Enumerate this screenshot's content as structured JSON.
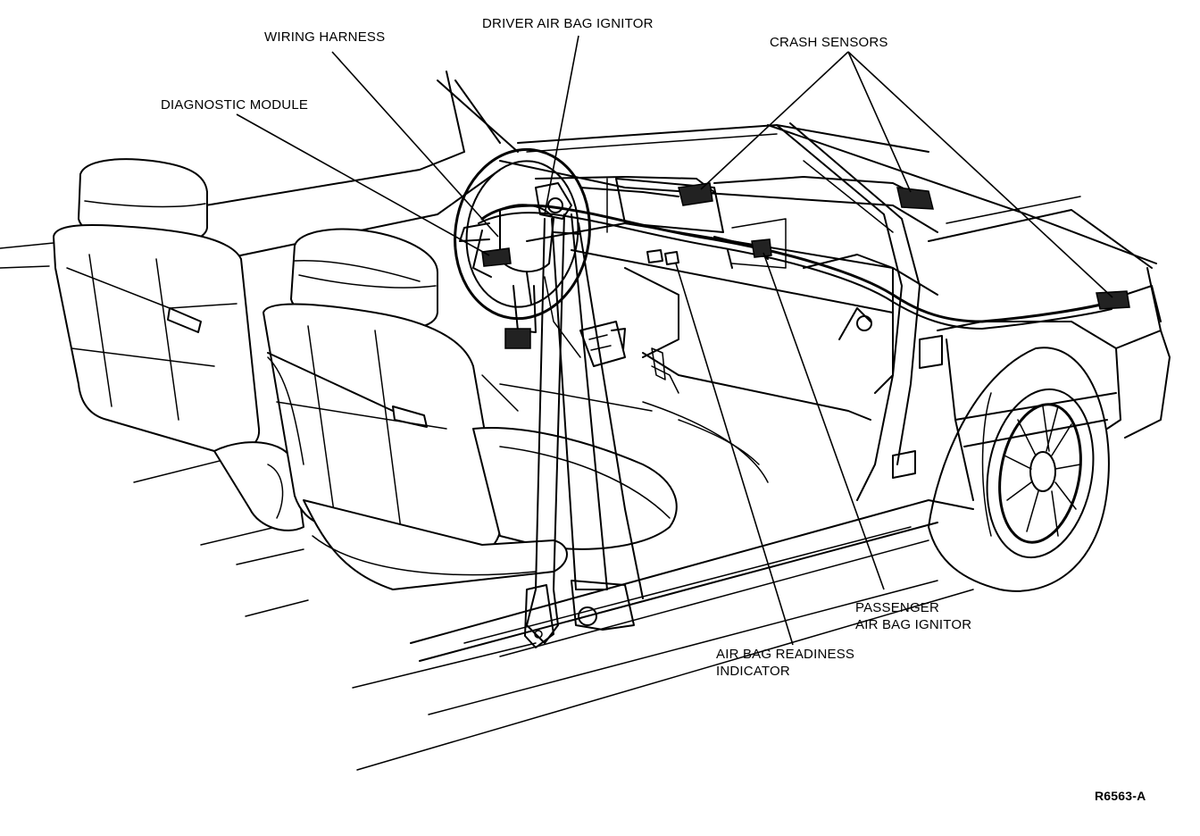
{
  "labels": {
    "wiring_harness": "WIRING HARNESS",
    "driver_air_bag_ignitor": "DRIVER AIR BAG IGNITOR",
    "crash_sensors": "CRASH SENSORS",
    "diagnostic_module": "DIAGNOSTIC MODULE",
    "passenger_air_bag_ignitor_line1": "PASSENGER",
    "passenger_air_bag_ignitor_line2": "AIR BAG IGNITOR",
    "air_bag_readiness_indicator_line1": "AIR BAG READINESS",
    "air_bag_readiness_indicator_line2": "INDICATOR"
  },
  "figure_id": "R6563-A",
  "colors": {
    "ink": "#000000",
    "paper": "#ffffff"
  }
}
